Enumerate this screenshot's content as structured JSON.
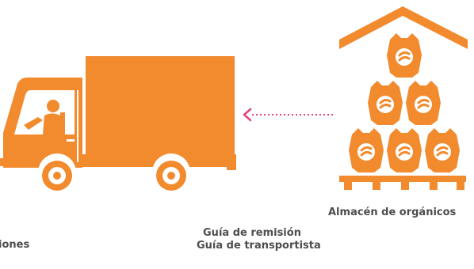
{
  "colors": {
    "orange": "#f28a2e",
    "dark_orange": "#d96f14",
    "light_orange": "#f7b57a",
    "arrow_pink": "#e0457b",
    "caption_grey": "#4d4d4d"
  },
  "labels": {
    "warehouse": "Almacén de orgánicos",
    "doc_line_1": "Guía de remisión",
    "doc_line_2": "Guía de transportista",
    "left_partial": "iones"
  },
  "icons": {
    "truck": "truck-icon",
    "driver": "driver-icon",
    "warehouse": "warehouse-icon",
    "sack": "sack-icon",
    "arrow": "arrow-left-icon"
  }
}
